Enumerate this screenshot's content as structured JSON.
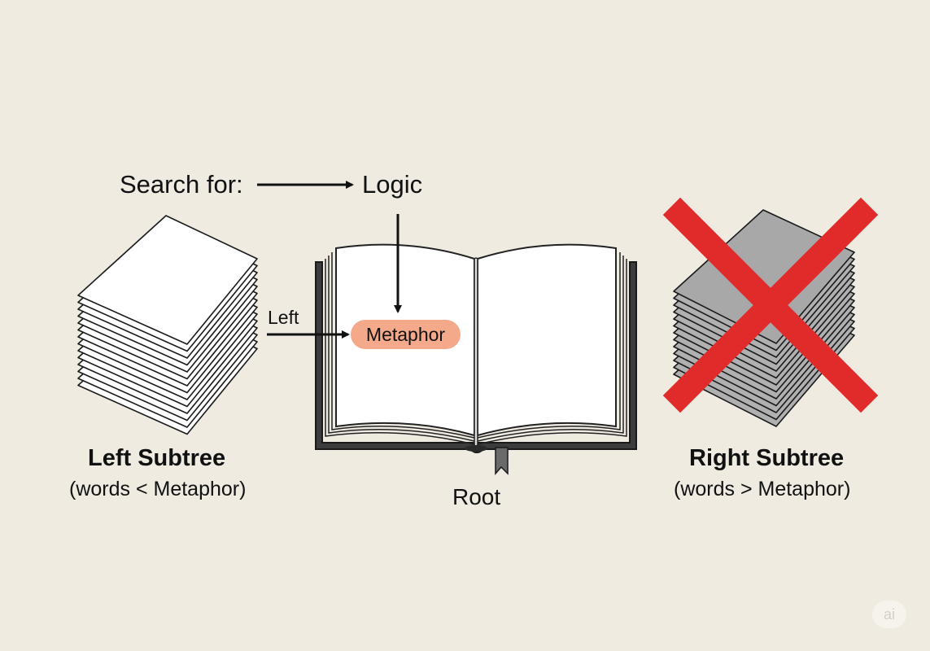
{
  "diagram": {
    "search": {
      "prompt": "Search for:",
      "target": "Logic"
    },
    "direction_label": "Left",
    "root": {
      "word": "Metaphor",
      "label": "Root"
    },
    "left_subtree": {
      "title": "Left Subtree",
      "condition": "(words < Metaphor)"
    },
    "right_subtree": {
      "title": "Right Subtree",
      "condition": "(words > Metaphor)",
      "status": "pruned"
    },
    "watermark": "ai"
  },
  "colors": {
    "background": "#efebe1",
    "node_highlight": "#f4a98a",
    "cross_mark": "#e12a2a",
    "pruned_pages": "#a8a8a8",
    "book_cover": "#3c3c3c"
  },
  "icons": {
    "left_stack": "paper-stack-icon",
    "right_stack": "paper-stack-icon",
    "book": "open-book-icon",
    "cross": "cross-mark-icon"
  }
}
